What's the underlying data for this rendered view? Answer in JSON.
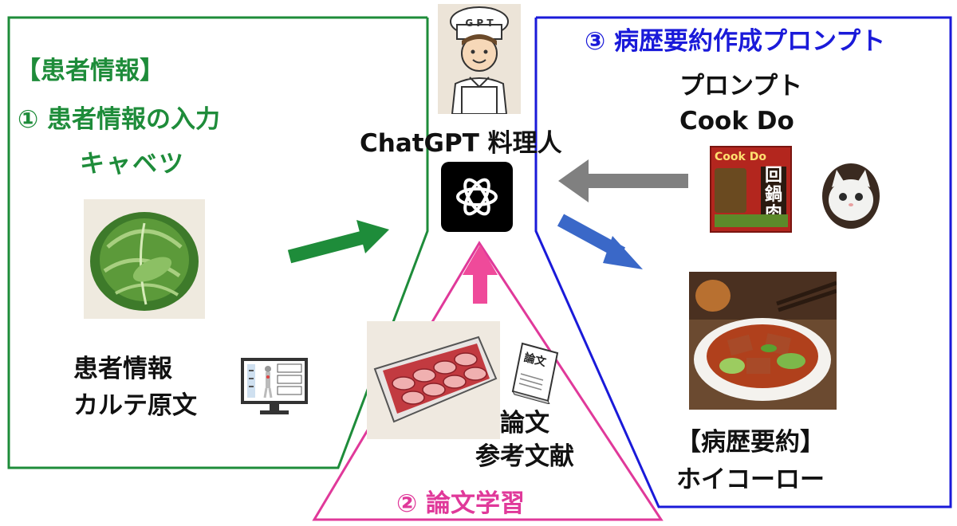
{
  "left": {
    "header": "【患者情報】",
    "step1": "① 患者情報の入力",
    "ingredient": "キャベツ",
    "info_line1": "患者情報",
    "info_line2": "カルテ原文"
  },
  "center": {
    "chef_hat_letters": "G P T",
    "title": "ChatGPT 料理人"
  },
  "right": {
    "step3": "③ 病歴要約作成プロンプト",
    "prompt_line1": "プロンプト",
    "prompt_line2": "Cook Do",
    "cookdo_brand": "Cook Do",
    "cookdo_dish": "回鍋肉",
    "result_line1": "【病歴要約】",
    "result_line2": "ホイコーロー"
  },
  "bottom": {
    "paper_book_label": "論文",
    "paper_line1": "論文",
    "paper_line2": "参考文献",
    "step2": "② 論文学習"
  },
  "colors": {
    "green": "#1e8c3a",
    "blue": "#1a1ad9",
    "pink": "#e0399a",
    "gray_arrow": "#808080",
    "blue_arrow": "#3a68c8"
  }
}
